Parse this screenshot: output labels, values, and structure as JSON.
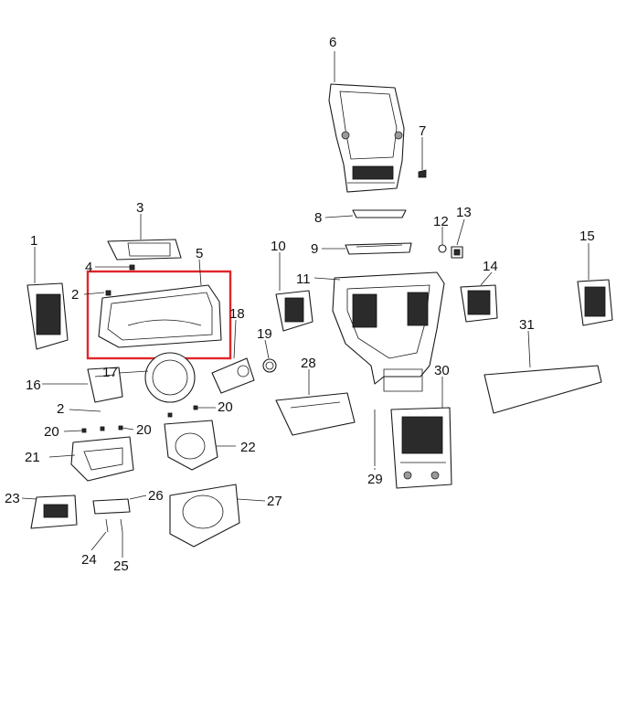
{
  "diagram": {
    "highlight_color": "#e0262b",
    "callouts": [
      "1",
      "2",
      "3",
      "4",
      "5",
      "6",
      "7",
      "8",
      "9",
      "10",
      "11",
      "12",
      "13",
      "14",
      "15",
      "16",
      "17",
      "18",
      "19",
      "20",
      "21",
      "22",
      "23",
      "24",
      "25",
      "26",
      "27",
      "28",
      "29",
      "30",
      "31"
    ]
  }
}
